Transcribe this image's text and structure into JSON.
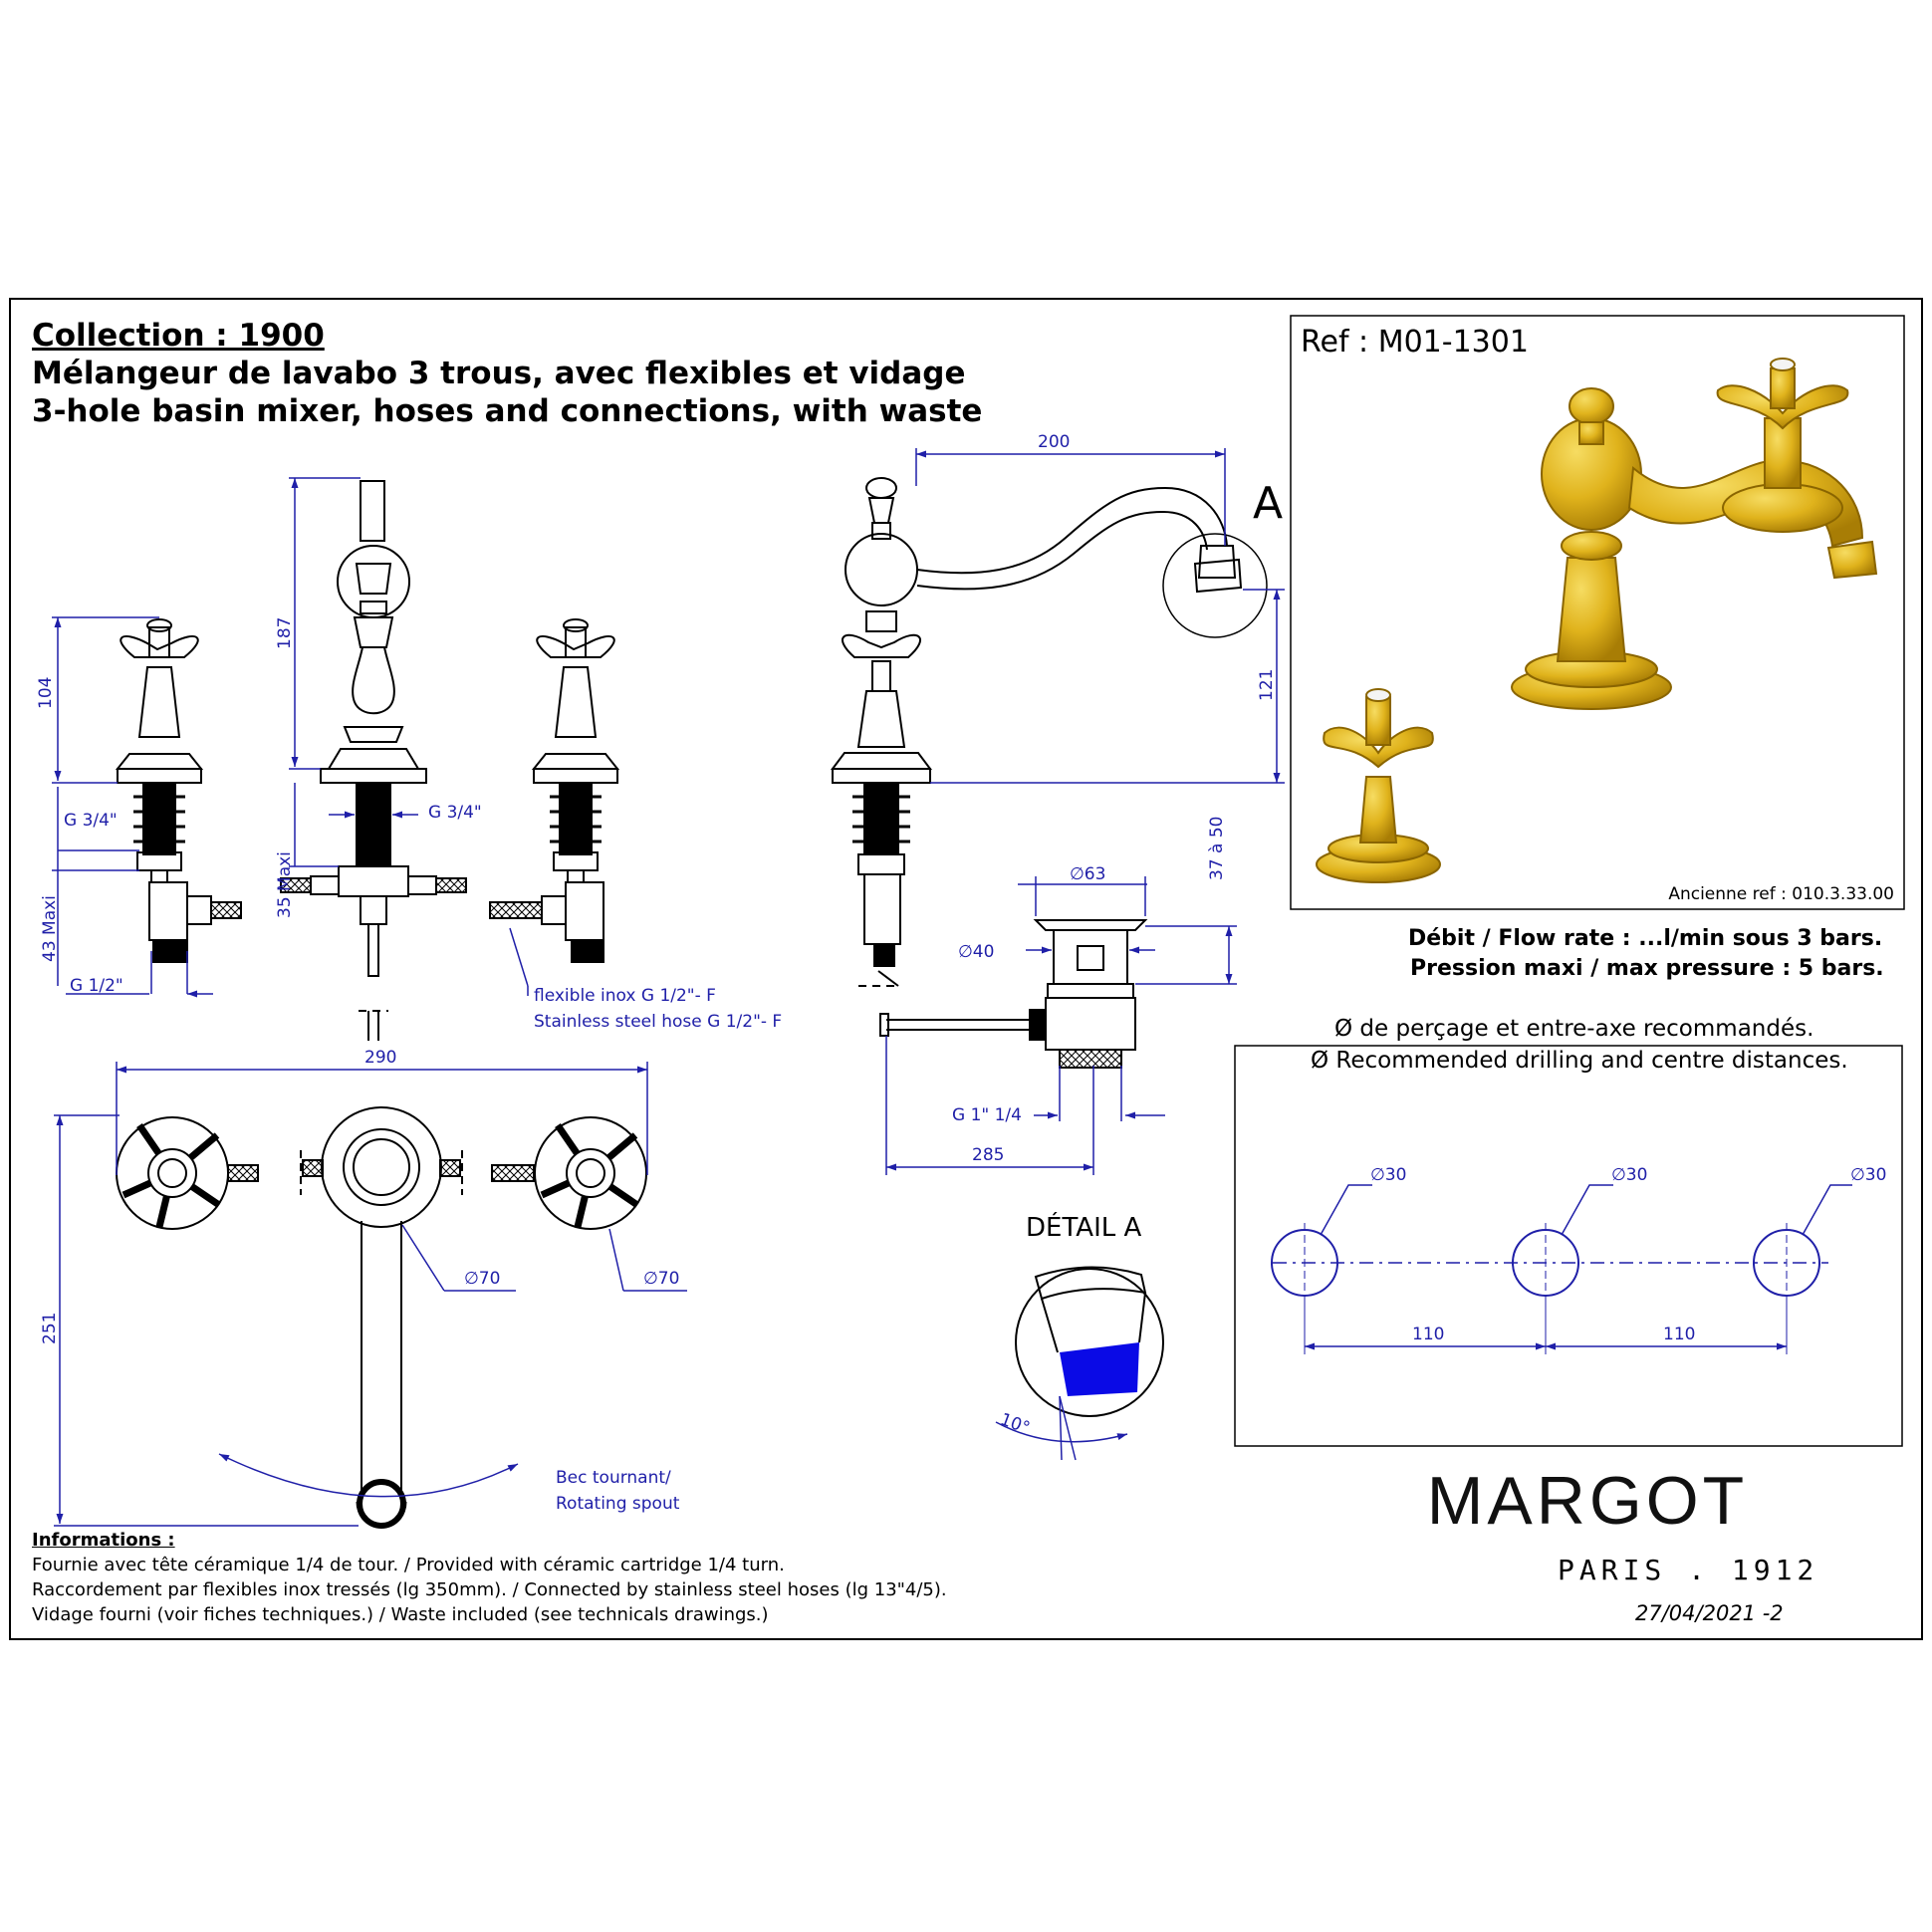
{
  "header": {
    "collection": "Collection : 1900",
    "title_fr": "Mélangeur de lavabo 3 trous, avec flexibles et vidage",
    "title_en": "3-hole basin mixer, hoses and connections, with waste"
  },
  "product": {
    "ref": "Ref : M01-1301",
    "old_ref": "Ancienne ref : 010.3.33.00",
    "finish_color": "#E0B31C"
  },
  "dimensions": {
    "front_handle_height": "104",
    "mixer_height": "187",
    "g34_left": "G 3/4\"",
    "g34_mid": "G 3/4\"",
    "maxi_43": "43 Maxi",
    "maxi_35": "35 Maxi",
    "g12": "G 1/2\"",
    "spout_reach": "200",
    "spout_height": "121",
    "waste_37_50": "37 à 50",
    "waste_d63": "∅63",
    "waste_d40": "∅40",
    "waste_g114": "G 1\" 1/4",
    "waste_285": "285",
    "overall_290": "290",
    "depth_251": "251",
    "d70_a": "∅70",
    "d70_b": "∅70",
    "angle_10": "10°"
  },
  "labels": {
    "hose_fr": "flexible inox G 1/2\"- F",
    "hose_en": "Stainless steel hose G 1/2\"- F",
    "section_a": "A",
    "detail_a": "DÉTAIL A",
    "rotating_fr": "Bec tournant/",
    "rotating_en": "Rotating spout"
  },
  "specs": {
    "flow": "Débit / Flow rate : ...l/min sous 3 bars.",
    "pressure": "Pression maxi / max pressure : 5 bars."
  },
  "drilling": {
    "title_fr": "Ø de perçage et entre-axe recommandés.",
    "title_en": "Ø Recommended drilling and centre distances.",
    "hole_1": "∅30",
    "hole_2": "∅30",
    "hole_3": "∅30",
    "spacing_1": "110",
    "spacing_2": "110"
  },
  "info": {
    "heading": "Informations :",
    "line_1": "Fournie avec tête céramique 1/4 de tour. / Provided with céramic cartridge 1/4 turn.",
    "line_2": "Raccordement par flexibles inox tressés (lg 350mm). / Connected by stainless steel hoses (lg 13\"4/5).",
    "line_3": "Vidage fourni (voir fiches techniques.) / Waste included (see technicals drawings.)"
  },
  "brand": {
    "logo": "MARGOT",
    "tagline": "PARIS . 1912",
    "date": "27/04/2021 -2"
  },
  "colors": {
    "dimension": "#1f1fa8",
    "detail_fill": "#0a0ae6"
  }
}
